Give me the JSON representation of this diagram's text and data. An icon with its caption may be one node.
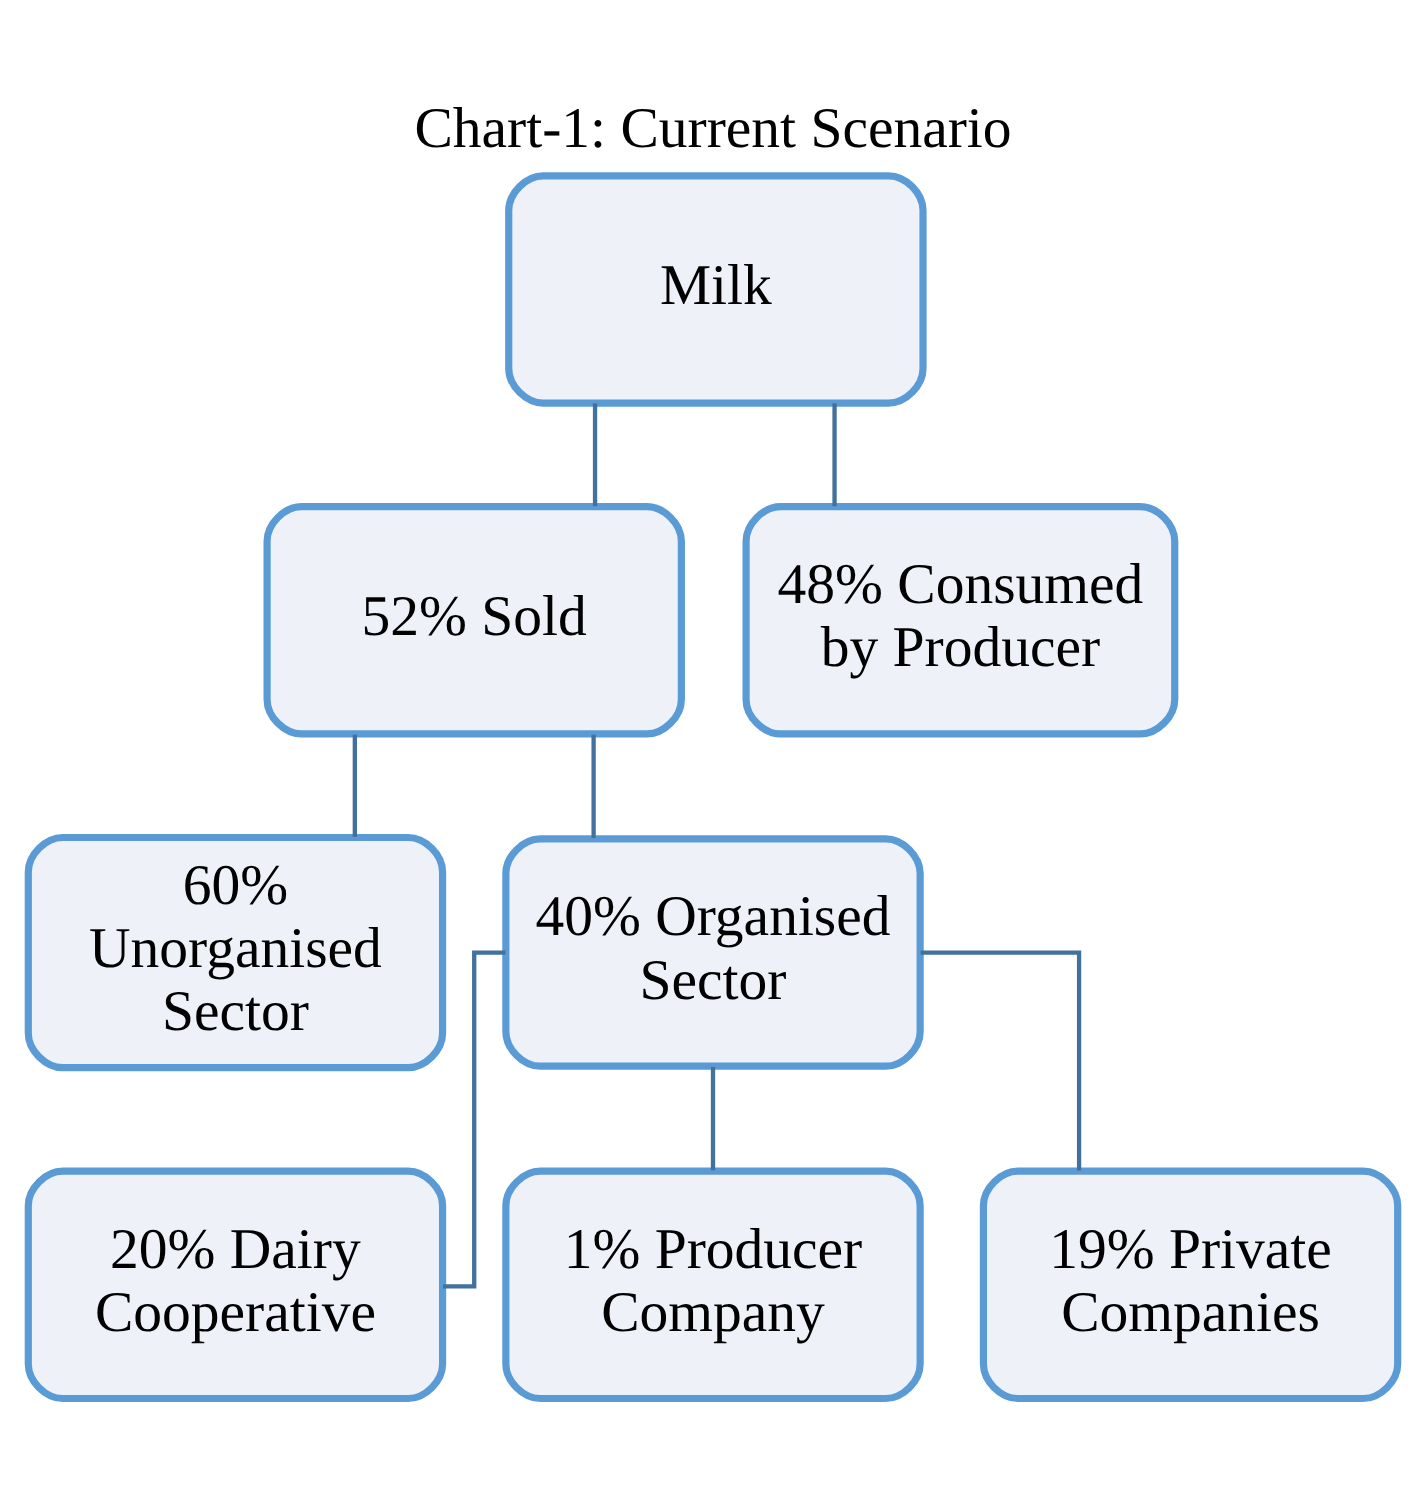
{
  "diagram": {
    "title": "Chart-1: Current Scenario",
    "nodes": [
      {
        "text": [
          "Milk"
        ]
      },
      {
        "text": [
          "52% Sold"
        ]
      },
      {
        "text": [
          "48% Consumed by Producer"
        ]
      },
      {
        "text": [
          "60% Unorganised Sector"
        ]
      },
      {
        "text": [
          "40% Organised Sector"
        ]
      },
      {
        "text": [
          "20% Dairy Cooperative"
        ]
      },
      {
        "text": [
          "1% Producer Company"
        ]
      },
      {
        "text": [
          "19% Private Companies"
        ]
      }
    ],
    "edges": [
      {
        "from": 0,
        "to": 1,
        "arrow": "none"
      },
      {
        "from": 0,
        "to": 2,
        "arrow": "none"
      },
      {
        "from": 1,
        "to": 3,
        "arrow": "none"
      },
      {
        "from": 1,
        "to": 4,
        "arrow": "none"
      },
      {
        "from": 4,
        "to": 5,
        "arrow": "none"
      },
      {
        "from": 4,
        "to": 6,
        "arrow": "none"
      },
      {
        "from": 4,
        "to": 7,
        "arrow": "none"
      }
    ]
  }
}
